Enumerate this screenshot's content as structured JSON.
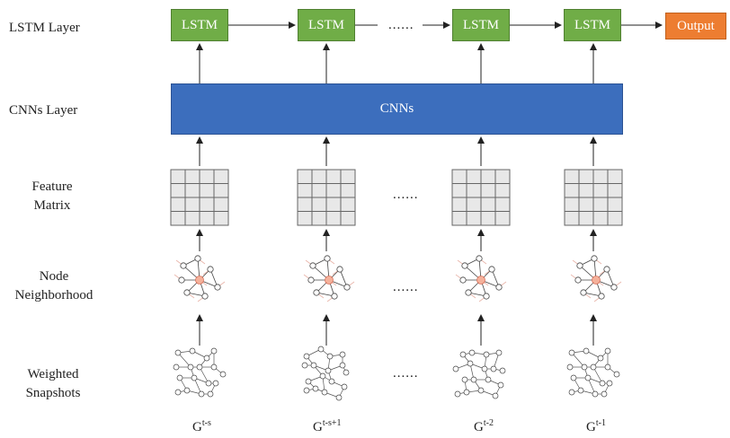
{
  "row_labels": {
    "lstm_layer": "LSTM Layer",
    "cnns_layer": "CNNs Layer",
    "feature_matrix": [
      "Feature",
      "Matrix"
    ],
    "node_neighborhood": [
      "Node",
      "Neighborhood"
    ],
    "weighted_snapshots": [
      "Weighted",
      "Snapshots"
    ]
  },
  "lstm_label": "LSTM",
  "output_label": "Output",
  "cnns_label": "CNNs",
  "ellipsis": "......",
  "snapshot_labels": [
    {
      "base": "G",
      "sup": "t-s"
    },
    {
      "base": "G",
      "sup": "t-s+1"
    },
    {
      "base": "G",
      "sup": "t-2"
    },
    {
      "base": "G",
      "sup": "t-1"
    }
  ],
  "colors": {
    "lstm_fill": "#70ad47",
    "output_fill": "#ed7d31",
    "cnns_fill": "#3c6ebd",
    "matrix_fill": "#e8e8e8",
    "highlight_node": "#f4b09a"
  }
}
